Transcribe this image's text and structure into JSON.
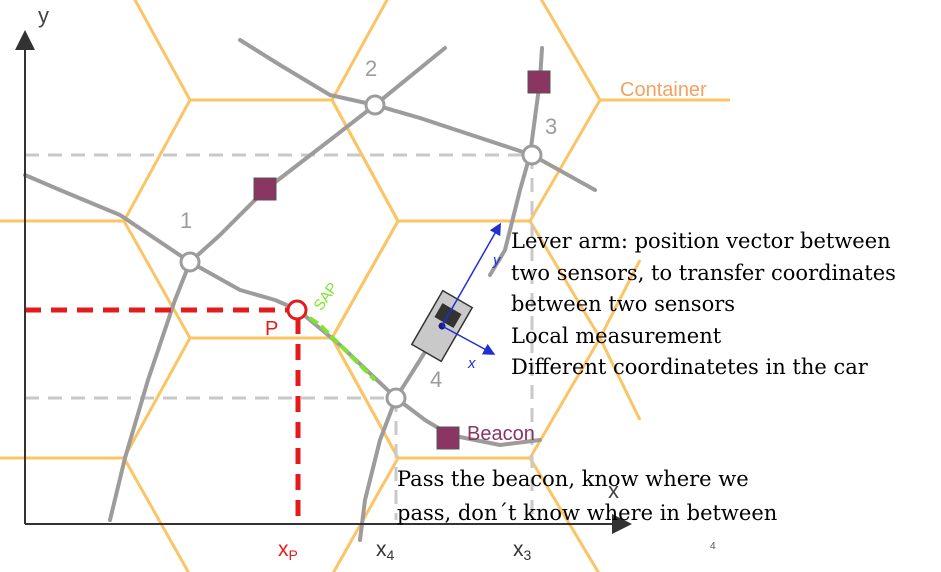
{
  "axes": {
    "x_label": "x",
    "y_label": "y",
    "ticks": [
      {
        "label": "x",
        "sub": "P",
        "color": "#e41b1b"
      },
      {
        "label": "x",
        "sub": "4",
        "color": "#333333"
      },
      {
        "label": "x",
        "sub": "3",
        "color": "#333333"
      }
    ]
  },
  "labels": {
    "container": "Container",
    "beacon": "Beacon",
    "point_p": "P",
    "sap": "SAP",
    "node_1": "1",
    "node_2": "2",
    "node_3": "3",
    "node_4": "4",
    "sensor_y": "y",
    "sensor_x": "x",
    "page_number": "4"
  },
  "notes": {
    "lever_arm": [
      "Lever arm: position vector between",
      "two sensors, to transfer coordinates",
      "between two sensors",
      "Local measurement",
      "Different coordinatetes in the car"
    ],
    "beacon": [
      "Pass the beacon, know where we",
      "pass, don´t know where in between"
    ]
  },
  "colors": {
    "hex_grid": "#fbc465",
    "container_label": "#f4a261",
    "road": "#9e9b9b",
    "beacon_square": "#8b3562",
    "point_p": "#e41b1b",
    "sap_path": "#7ee52e",
    "sensor_axes": "#1f2fd1",
    "guide_dashes": "#c8c8c8"
  }
}
